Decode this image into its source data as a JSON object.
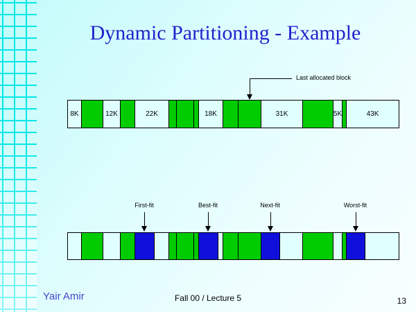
{
  "slide": {
    "title": "Dynamic Partitioning - Example",
    "page_number": "13",
    "footer": {
      "author": "Yair Amir",
      "course": "Fall 00 / Lecture 5"
    }
  },
  "colors": {
    "free_block": "#E0FFFF",
    "allocated_block": "#00CC00",
    "new_allocation": "#1010DD",
    "grid_line": "#00E8E8",
    "title_text": "#2222CC",
    "author_text": "#4444CC"
  },
  "memory_before": {
    "callout": {
      "text": "Last allocated block",
      "target_segment": 10
    },
    "segments": [
      {
        "kind": "free",
        "label": "8K",
        "w": 19
      },
      {
        "kind": "alloc",
        "w": 31
      },
      {
        "kind": "free",
        "label": "12K",
        "w": 25
      },
      {
        "kind": "alloc",
        "w": 21
      },
      {
        "kind": "free",
        "label": "22K",
        "w": 49
      },
      {
        "kind": "alloc",
        "w": 11
      },
      {
        "kind": "alloc",
        "w": 25
      },
      {
        "kind": "alloc",
        "w": 7
      },
      {
        "kind": "free",
        "label": "18K",
        "w": 35
      },
      {
        "kind": "alloc",
        "w": 22
      },
      {
        "kind": "alloc",
        "w": 33
      },
      {
        "kind": "free",
        "label": "31K",
        "w": 60
      },
      {
        "kind": "alloc",
        "w": 44
      },
      {
        "kind": "free",
        "label": "5K",
        "w": 13
      },
      {
        "kind": "alloc",
        "w": 6
      },
      {
        "kind": "free",
        "label": "43K",
        "w": 76
      }
    ]
  },
  "memory_after": {
    "callouts": [
      {
        "text": "First-fit",
        "target_segment": 4
      },
      {
        "text": "Best-fit",
        "target_segment": 9
      },
      {
        "text": "Next-fit",
        "target_segment": 13
      },
      {
        "text": "Worst-fit",
        "target_segment": 18
      }
    ],
    "segments": [
      {
        "kind": "free",
        "w": 19
      },
      {
        "kind": "alloc",
        "w": 31
      },
      {
        "kind": "free",
        "w": 25
      },
      {
        "kind": "alloc",
        "w": 21
      },
      {
        "kind": "new",
        "w": 28
      },
      {
        "kind": "free",
        "w": 21
      },
      {
        "kind": "alloc",
        "w": 11
      },
      {
        "kind": "alloc",
        "w": 25
      },
      {
        "kind": "alloc",
        "w": 7
      },
      {
        "kind": "new",
        "w": 28
      },
      {
        "kind": "free",
        "w": 7
      },
      {
        "kind": "alloc",
        "w": 22
      },
      {
        "kind": "alloc",
        "w": 33
      },
      {
        "kind": "new",
        "w": 27
      },
      {
        "kind": "free",
        "w": 33
      },
      {
        "kind": "alloc",
        "w": 44
      },
      {
        "kind": "free",
        "w": 13
      },
      {
        "kind": "alloc",
        "w": 6
      },
      {
        "kind": "new",
        "w": 27
      },
      {
        "kind": "free",
        "w": 49
      }
    ]
  }
}
